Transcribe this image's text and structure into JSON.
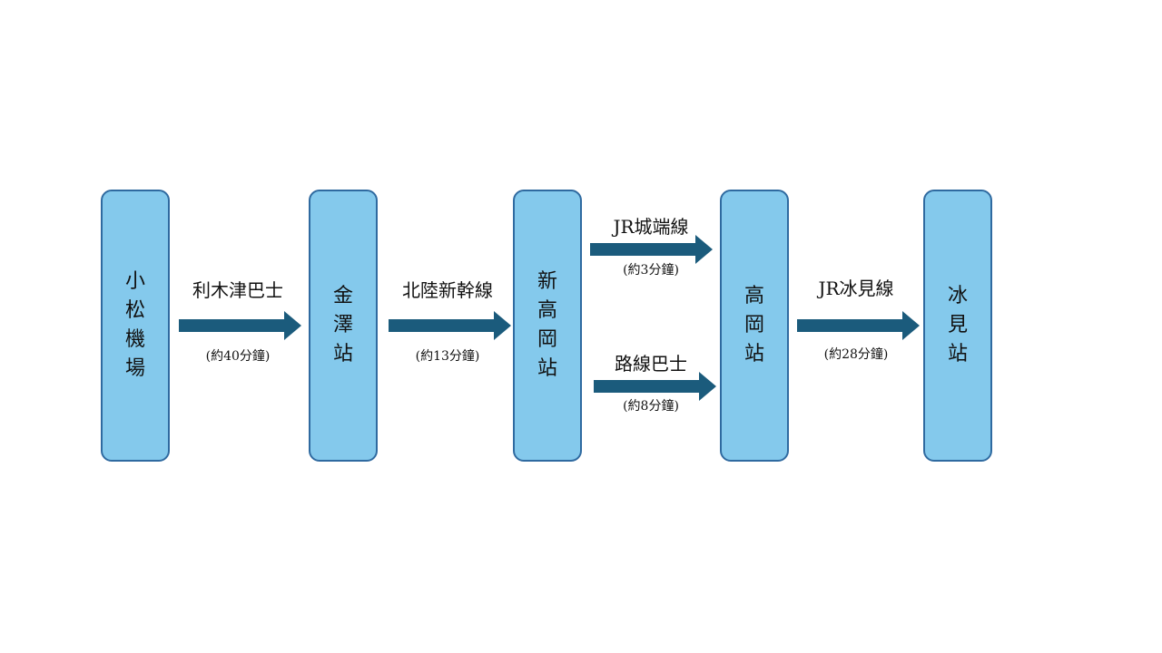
{
  "colors": {
    "station_fill": "#84c9ec",
    "station_border": "#2f6aa0",
    "arrow": "#1b5b7c"
  },
  "stations": [
    {
      "name": "小\n松\n機\n場"
    },
    {
      "name": "金\n澤\n站"
    },
    {
      "name": "新\n高\n岡\n站"
    },
    {
      "name": "高\n岡\n站"
    },
    {
      "name": "冰\n見\n站"
    }
  ],
  "routes": [
    {
      "label": "利木津巴士",
      "duration": "(約40分鐘)"
    },
    {
      "label": "北陸新幹線",
      "duration": "(約13分鐘)"
    },
    {
      "label": "JR城端線",
      "duration": "(約3分鐘)"
    },
    {
      "label": "路線巴士",
      "duration": "(約8分鐘)"
    },
    {
      "label": "JR冰見線",
      "duration": "(約28分鐘)"
    }
  ]
}
